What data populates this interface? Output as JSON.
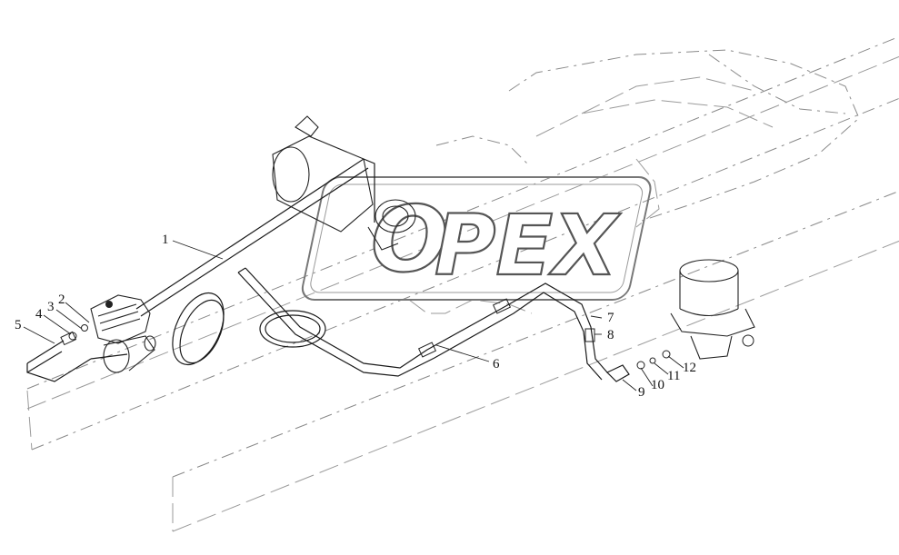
{
  "watermark": {
    "text": "PEX",
    "glyph": "O"
  },
  "callouts": [
    "1",
    "2",
    "3",
    "4",
    "5",
    "6",
    "7",
    "8",
    "9",
    "10",
    "11",
    "12"
  ],
  "colors": {
    "line": "#1a1a1a",
    "ghost": "#8a8a8a",
    "background": "#ffffff"
  }
}
